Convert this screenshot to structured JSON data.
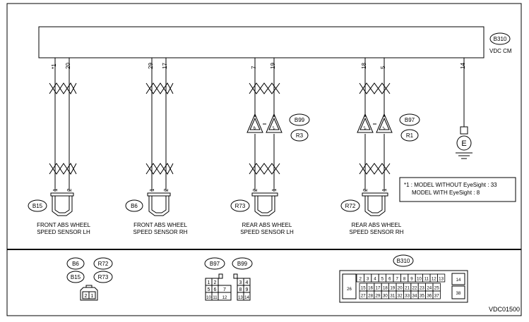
{
  "module": {
    "id": "B310",
    "name": "VDC CM",
    "pins": [
      "*1",
      "20",
      "29",
      "17",
      "7",
      "19",
      "18",
      "5",
      "14"
    ]
  },
  "sensors": [
    {
      "connector": "B15",
      "label_line1": "FRONT ABS WHEEL",
      "label_line2": "SPEED SENSOR LH",
      "pin_left": "1",
      "pin_right": "2"
    },
    {
      "connector": "B6",
      "label_line1": "FRONT ABS WHEEL",
      "label_line2": "SPEED SENSOR RH",
      "pin_left": "1",
      "pin_right": "2"
    },
    {
      "connector": "R73",
      "label_line1": "REAR ABS WHEEL",
      "label_line2": "SPEED SENSOR LH",
      "pin_left": "2",
      "pin_right": "1"
    },
    {
      "connector": "R72",
      "label_line1": "REAR ABS WHEEL",
      "label_line2": "SPEED SENSOR RH",
      "pin_left": "2",
      "pin_right": "1"
    }
  ],
  "junctions": [
    {
      "top": "B99",
      "bottom": "R3",
      "pin_left": "8",
      "pin_right": "2"
    },
    {
      "top": "B97",
      "bottom": "R1",
      "pin_left": "2",
      "pin_right": "1"
    }
  ],
  "ground": {
    "symbol": "E"
  },
  "note": {
    "line1": "*1 : MODEL WITHOUT EyeSight : 33",
    "line2": "MODEL WITH EyeSight : 8"
  },
  "connector_views": {
    "sensor": {
      "labels": [
        "B6",
        "R72",
        "B15",
        "R73"
      ],
      "pins": [
        "2",
        "1"
      ]
    },
    "joint": {
      "labels": [
        "B97",
        "B99"
      ],
      "left_pins": [
        "1",
        "2",
        "5",
        "6",
        "7",
        "10",
        "11",
        "12"
      ],
      "right_pins": [
        "3",
        "4",
        "8",
        "9",
        "13",
        "14"
      ]
    },
    "module": {
      "label": "B310",
      "side_pins": [
        "26",
        "14",
        "38"
      ],
      "row1": [
        "2",
        "3",
        "4",
        "5",
        "6",
        "7",
        "8",
        "9",
        "10",
        "11",
        "12",
        "13"
      ],
      "row2": [
        "15",
        "16",
        "17",
        "18",
        "19",
        "20",
        "21",
        "22",
        "23",
        "24",
        "25"
      ],
      "row3": [
        "27",
        "28",
        "29",
        "30",
        "31",
        "32",
        "33",
        "34",
        "35",
        "36",
        "37"
      ]
    }
  },
  "diagram_code": "VDC01500"
}
